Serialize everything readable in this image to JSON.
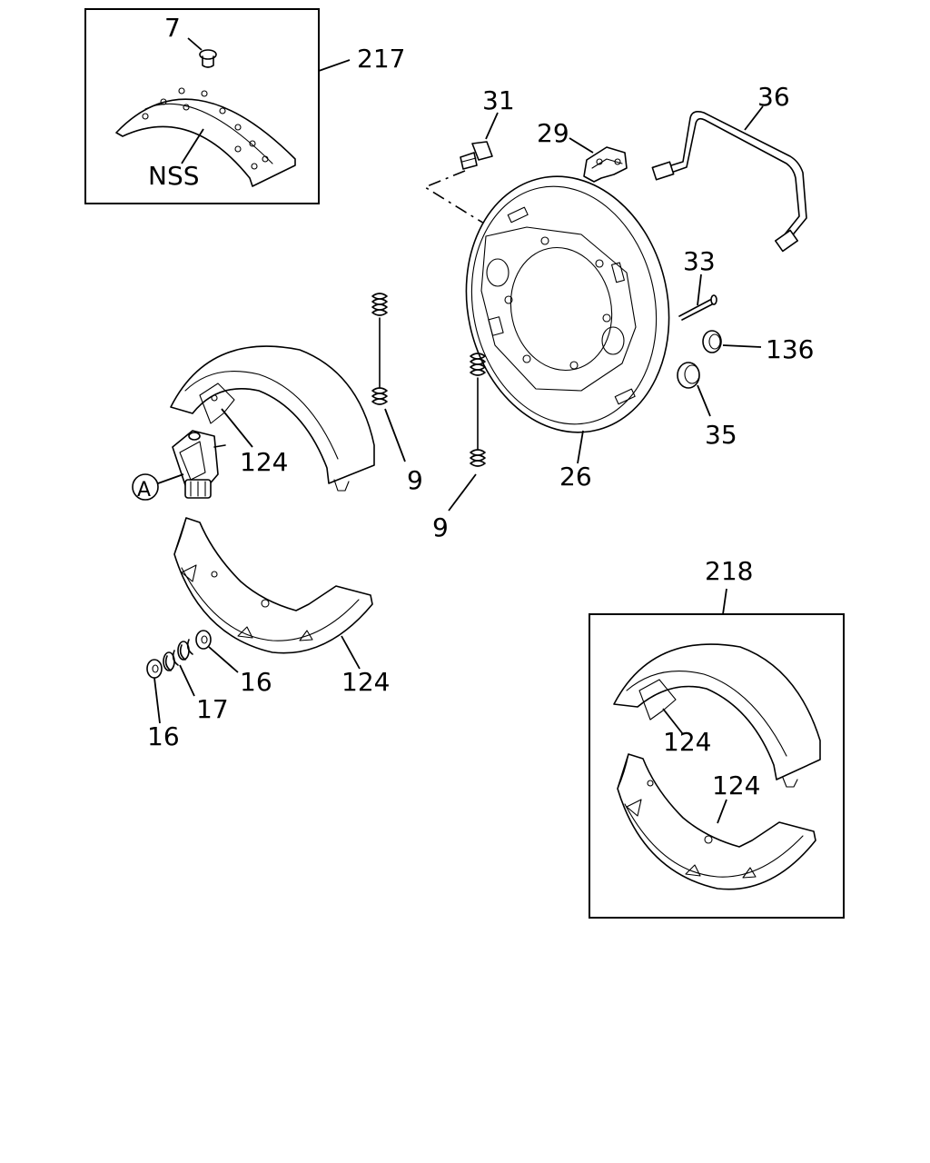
{
  "callouts": {
    "c7": "7",
    "c217": "217",
    "nss": "NSS",
    "c31": "31",
    "c29": "29",
    "c36": "36",
    "c33": "33",
    "c136": "136",
    "c35": "35",
    "c26": "26",
    "c9a": "9",
    "c9b": "9",
    "c124a": "124",
    "cA": "A",
    "c124b": "124",
    "c16a": "16",
    "c17": "17",
    "c16b": "16",
    "c218": "218",
    "c124c": "124",
    "c124d": "124"
  }
}
